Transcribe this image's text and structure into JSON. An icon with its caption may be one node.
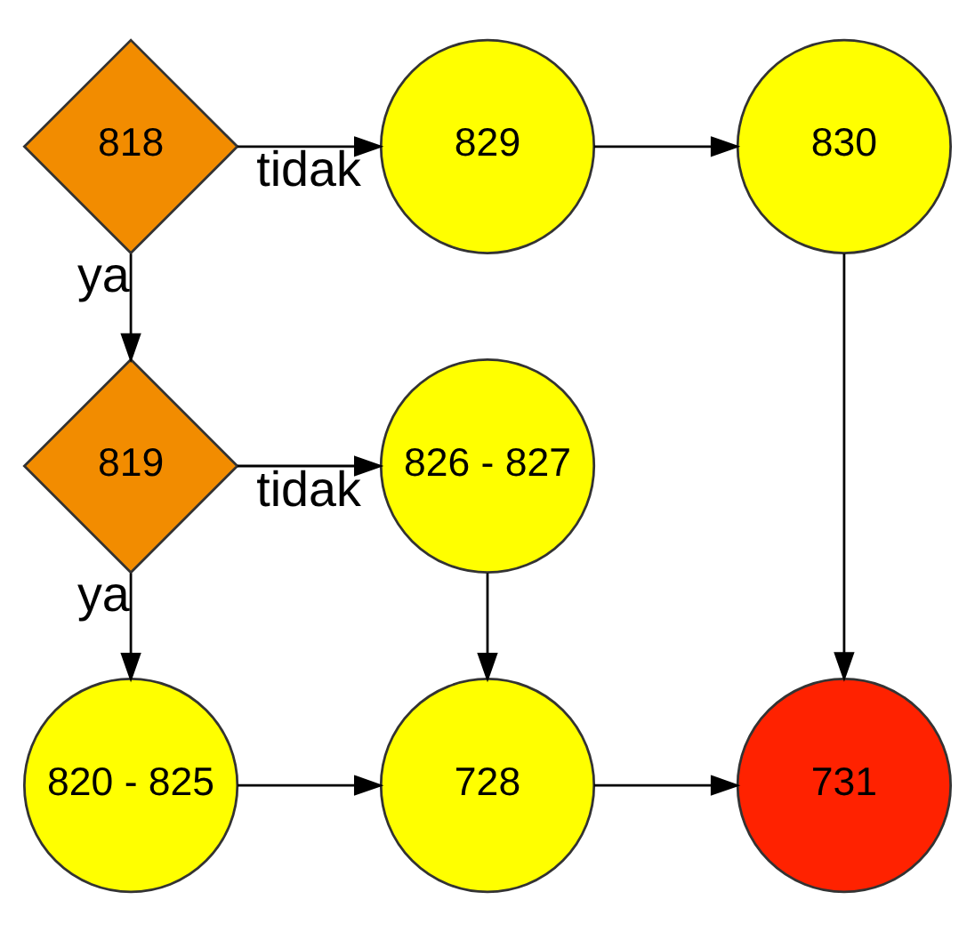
{
  "diagram": {
    "nodes": [
      {
        "text": [
          "818"
        ]
      },
      {
        "text": [
          "829"
        ]
      },
      {
        "text": [
          "830"
        ]
      },
      {
        "text": [
          "819"
        ]
      },
      {
        "text": [
          "826 - 827"
        ]
      },
      {
        "text": [
          "820 - 825"
        ]
      },
      {
        "text": [
          "728"
        ]
      },
      {
        "text": [
          "731"
        ]
      }
    ],
    "edges": [
      {
        "from": 0,
        "to": 1,
        "arrow": "to",
        "label": "tidak"
      },
      {
        "from": 1,
        "to": 2,
        "arrow": "to"
      },
      {
        "from": 0,
        "to": 3,
        "arrow": "to",
        "label": "ya"
      },
      {
        "from": 3,
        "to": 4,
        "arrow": "to",
        "label": "tidak"
      },
      {
        "from": 3,
        "to": 5,
        "arrow": "to",
        "label": "ya"
      },
      {
        "from": 4,
        "to": 6,
        "arrow": "to"
      },
      {
        "from": 2,
        "to": 7,
        "arrow": "to"
      },
      {
        "from": 5,
        "to": 6,
        "arrow": "to"
      },
      {
        "from": 6,
        "to": 7,
        "arrow": "to"
      }
    ]
  }
}
